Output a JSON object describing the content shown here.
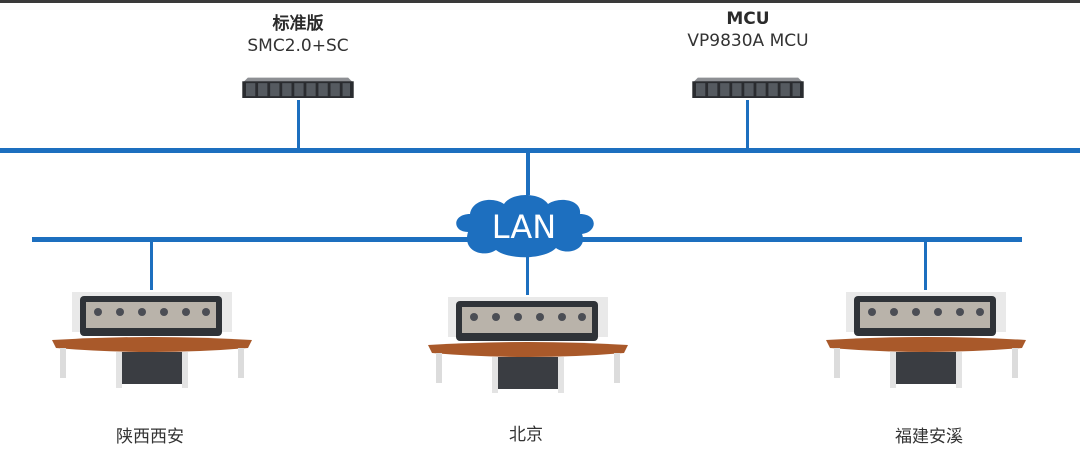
{
  "servers": [
    {
      "title": "标准版",
      "model": "SMC2.0+SC",
      "icon": "rack-server-icon"
    },
    {
      "title": "MCU",
      "model": "VP9830A MCU",
      "icon": "rack-server-icon"
    }
  ],
  "network": {
    "label": "LAN",
    "icon": "cloud-icon",
    "color": "#1d6fbf"
  },
  "sites": [
    {
      "name": "陕西西安",
      "icon": "telepresence-room-icon"
    },
    {
      "name": "北京",
      "icon": "telepresence-room-icon"
    },
    {
      "name": "福建安溪",
      "icon": "telepresence-room-icon"
    }
  ]
}
